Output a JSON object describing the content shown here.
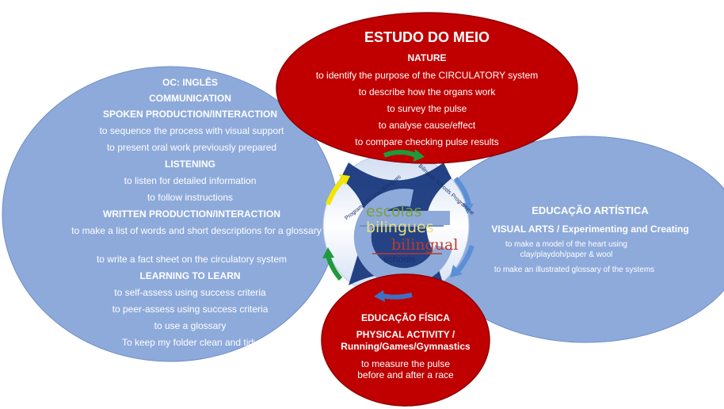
{
  "colors": {
    "blue_fill": "#8eaadb",
    "blue_stroke": "#6f8fc9",
    "red_fill": "#c00000",
    "red_stroke": "#8e0000",
    "text": "#ffffff"
  },
  "ingles": {
    "title": "OC: INGLÊS",
    "heading_communication": "COMMUNICATION",
    "heading_spoken": "SPOKEN PRODUCTION/INTERACTION",
    "spoken_1": "to sequence the process with visual support",
    "spoken_2": "to present oral work previously prepared",
    "heading_listening": "LISTENING",
    "listening_1": "to listen for detailed information",
    "listening_2": "to follow instructions",
    "heading_written": "WRITTEN PRODUCTION/INTERACTION",
    "written_1": "to make a list of words and short descriptions for a glossary",
    "written_2": "to write a fact sheet on the circulatory system",
    "heading_learning": "LEARNING TO LEARN",
    "learning_1": "to self-assess using success criteria",
    "learning_2": "to peer-assess using success criteria",
    "learning_3": "to use a glossary",
    "learning_4": "To keep my folder clean and tidy"
  },
  "estudo": {
    "title": "ESTUDO DO MEIO",
    "subtitle": "NATURE",
    "item_1": "to identify the purpose of the CIRCULATORY system",
    "item_2": "to describe how the organs work",
    "item_3": "to survey the pulse",
    "item_4": "to analyse cause/effect",
    "item_5": "to compare checking pulse results"
  },
  "artistica": {
    "title": "EDUCAÇÃO ARTÍSTICA",
    "subtitle": "VISUAL ARTS / Experimenting and Creating",
    "item_1": "to make a model of the heart using clay/playdoh/paper & wool",
    "item_2": "to make an illustrated glossary of the systems"
  },
  "fisica": {
    "title": "EDUCAÇÃO FÍSICA",
    "subtitle_1": "PHYSICAL ACTIVITY /",
    "subtitle_2": "Running/Games/Gymnastics",
    "item_1": "to measure the pulse before and after a race"
  },
  "logo": {
    "word_1": "escolas",
    "word_2": "bilingues",
    "word_3": "bilingual",
    "word_4": "schools",
    "arc_left": "Programa Escolas Bilingues",
    "arc_right": "Bilingual Schools Programme"
  },
  "arrow_icons": [
    "arrow-green-top",
    "arrow-blue-right",
    "arrow-blue-lower-right",
    "arrow-blue-bottom",
    "arrow-green-left",
    "arrow-yellow-upper-left"
  ]
}
